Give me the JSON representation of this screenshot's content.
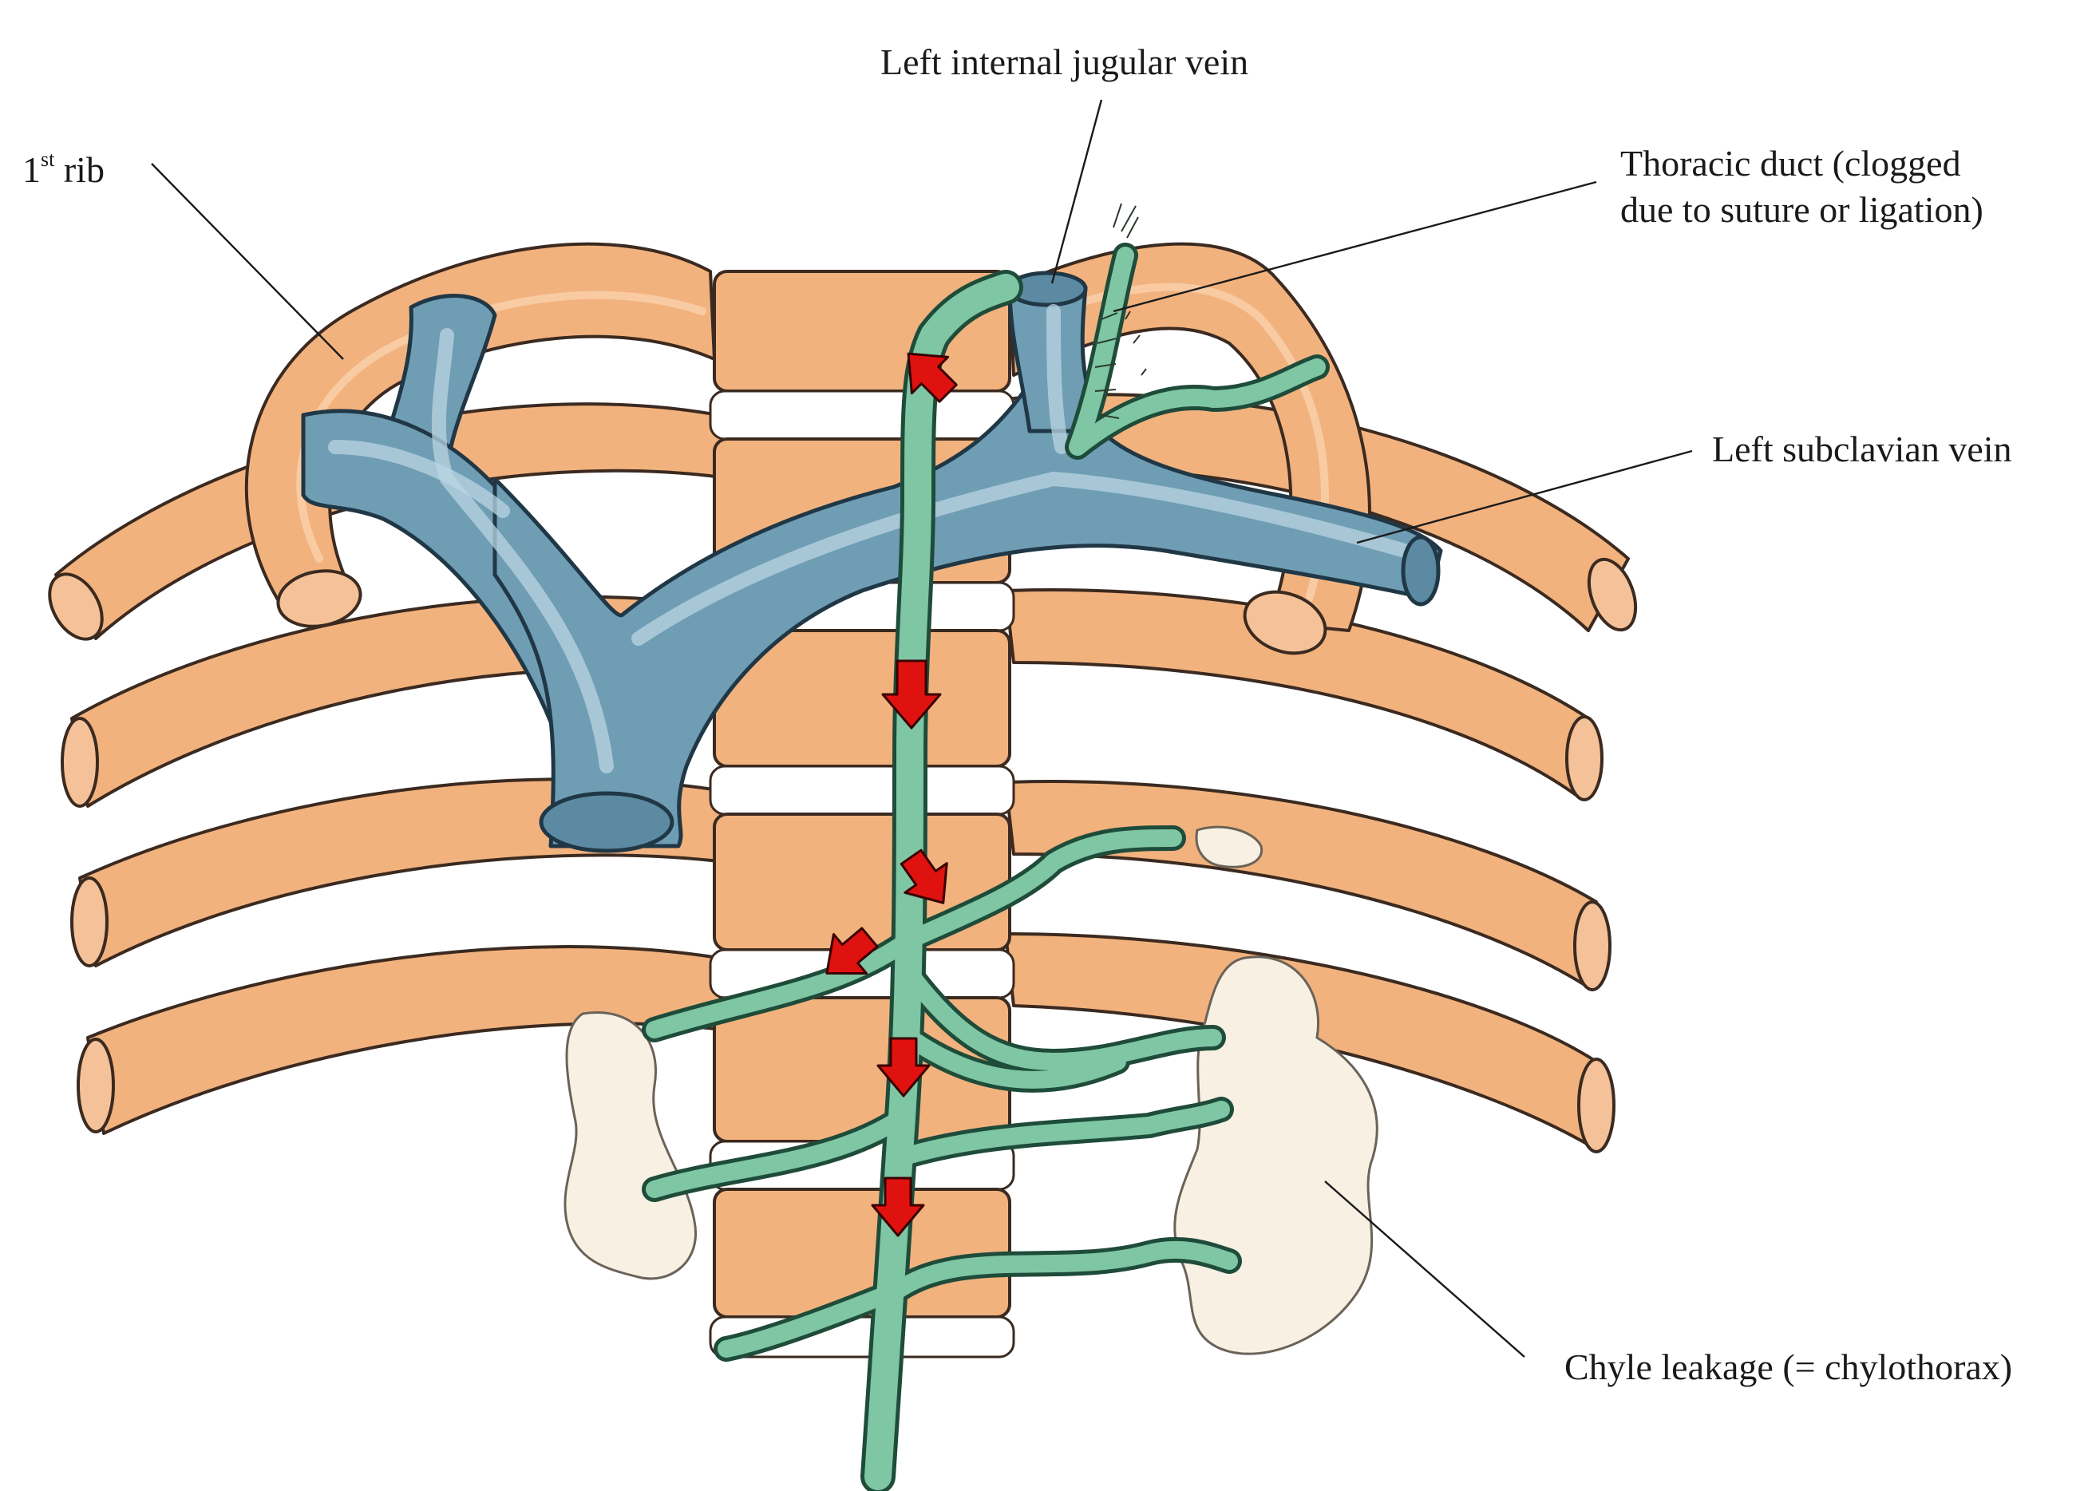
{
  "labels": {
    "jugular": "Left internal jugular vein",
    "rib1_main": "1",
    "rib1_sup": "st",
    "rib1_rest": " rib",
    "duct_line1": "Thoracic duct (clogged",
    "duct_line2": "due to suture or ligation)",
    "subclavian": "Left subclavian vein",
    "chyle": "Chyle leakage (= chylothorax)"
  },
  "colors": {
    "rib": "#f2b27e",
    "vein": "#6f9db4",
    "duct": "#7ec6a4",
    "chyle": "#f7f0e3",
    "arrow": "#e0120f"
  }
}
